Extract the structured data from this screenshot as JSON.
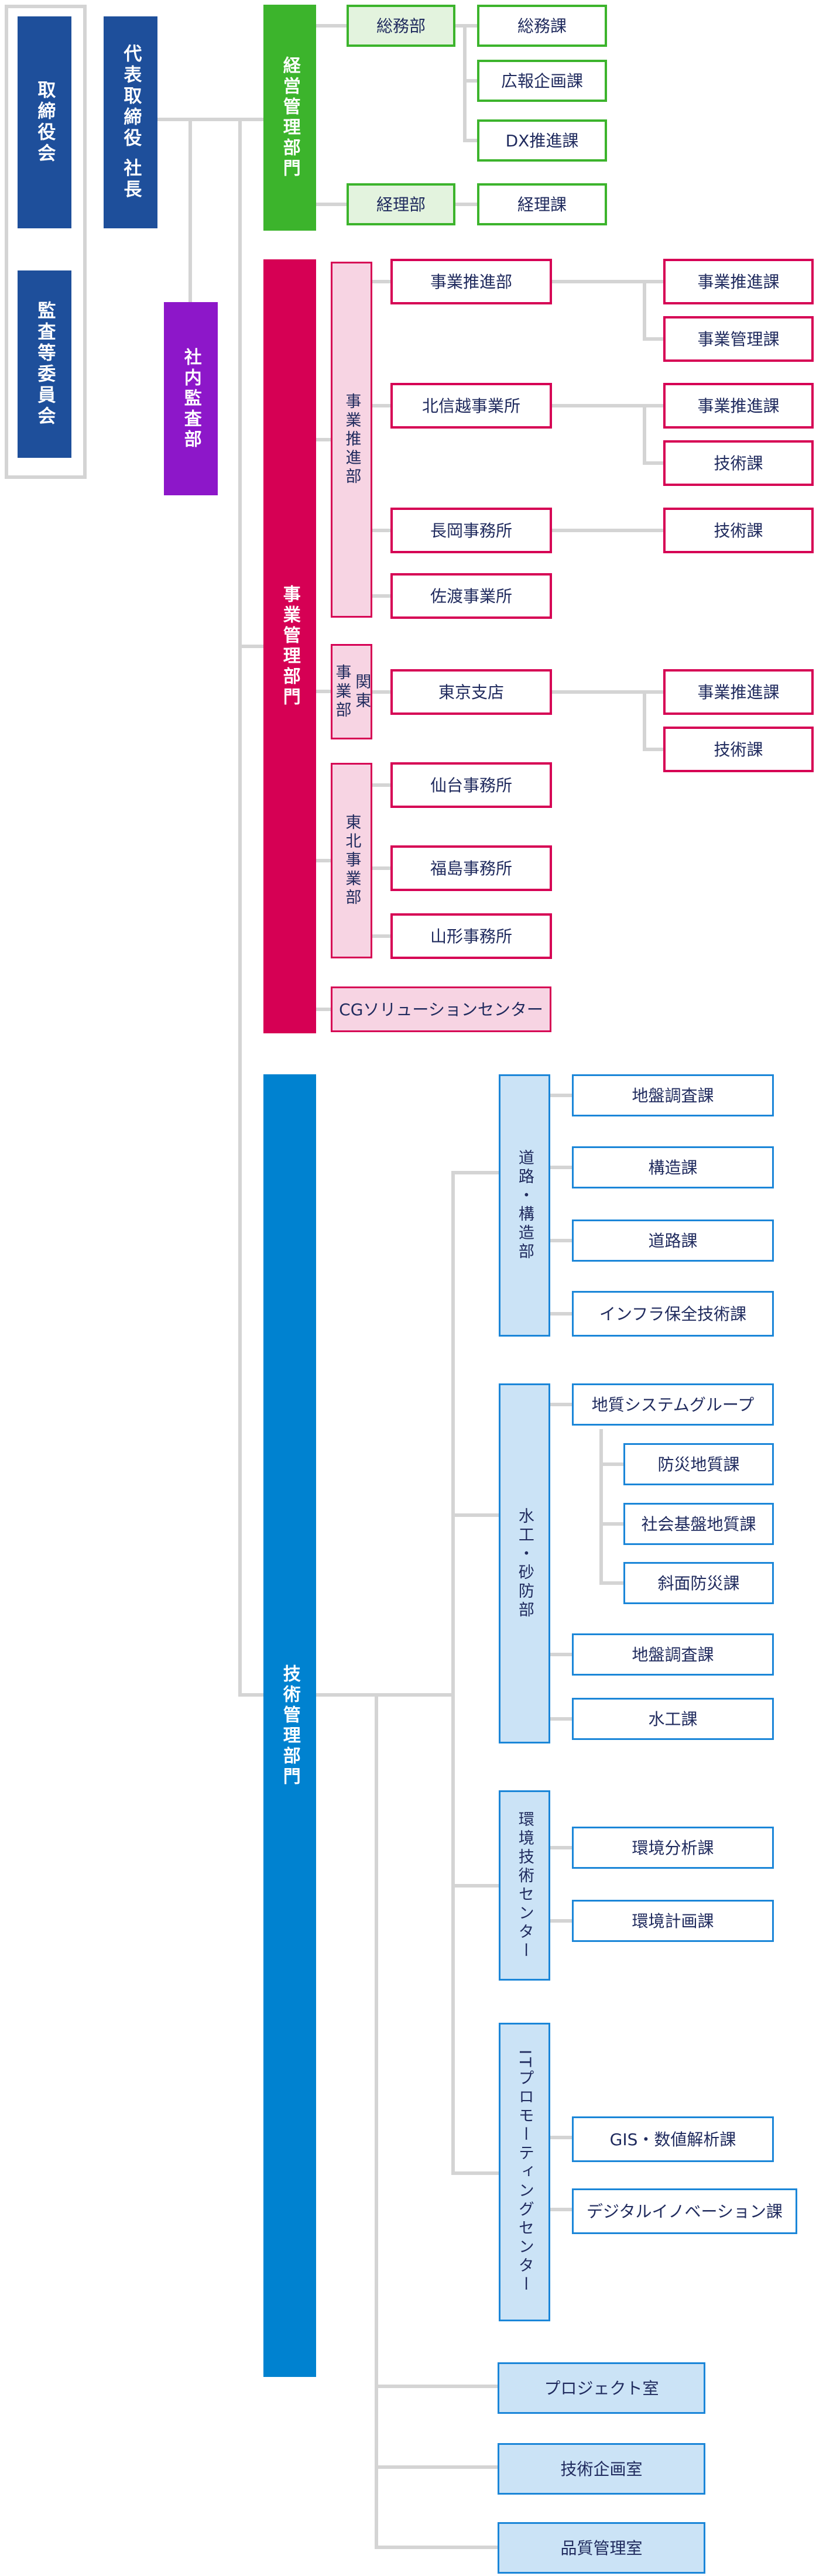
{
  "palette": {
    "exec_blue": "#1e4f9b",
    "purple": "#8d17c9",
    "green": "#3cb42c",
    "light_green": "#e3f3de",
    "crimson": "#d60054",
    "light_pink": "#f7d4e3",
    "tech_blue": "#0082d0",
    "light_blue": "#cbe3f6",
    "blue_border": "#1b86d8",
    "text_navy": "#202b5e",
    "connector_gray": "#d4d4d4",
    "background": "#ffffff"
  },
  "exec": {
    "board": "取締役会",
    "audit_committee": "監査等委員会",
    "president": "代表取締役 社長",
    "internal_audit": "社内監査部"
  },
  "keiei": {
    "dept": "経営管理部門",
    "somu_bu": "総務部",
    "somu_ka": "総務課",
    "koho_kikaku_ka": "広報企画課",
    "dx_suishin_ka": "DX推進課",
    "keiri_bu": "経理部",
    "keiri_ka": "経理課"
  },
  "jigyo": {
    "dept": "事業管理部門",
    "suishin_bu_v": "事業推進部",
    "suishin_bu": "事業推進部",
    "suishin_ka": "事業推進課",
    "kanri_ka": "事業管理課",
    "hokushinetsu": "北信越事業所",
    "gijutsu_ka": "技術課",
    "nagaoka": "長岡事務所",
    "sado": "佐渡事業所",
    "kanto": "関東\n事業部",
    "tokyo": "東京支店",
    "tohoku": "東北事業部",
    "sendai": "仙台事務所",
    "fukushima": "福島事務所",
    "yamagata": "山形事務所",
    "cg_center": "CGソリューションセンター"
  },
  "tech": {
    "dept": "技術管理部門",
    "doro_kozo_bu": "道路・構造部",
    "jiban_chosa_ka": "地盤調査課",
    "kozo_ka": "構造課",
    "doro_ka": "道路課",
    "infra_hozen_ka": "インフラ保全技術課",
    "suiko_sabo_bu": "水工・砂防部",
    "chishitsu_system_group": "地質システムグループ",
    "bosai_chishitsu_ka": "防災地質課",
    "shakai_kiban_chishitsu_ka": "社会基盤地質課",
    "shamen_bosai_ka": "斜面防災課",
    "suiko_ka": "水工課",
    "kankyo_center": "環境技術センター",
    "kankyo_bunseki_ka": "環境分析課",
    "kankyo_keikaku_ka": "環境計画課",
    "it_center": "ITプロモーティングセンター",
    "gis_ka": "GIS・数値解析課",
    "digital_innovation_ka": "デジタルイノベーション課",
    "project_shitsu": "プロジェクト室",
    "gijutsu_kikaku_shitsu": "技術企画室",
    "hinshitsu_kanri_shitsu": "品質管理室"
  }
}
